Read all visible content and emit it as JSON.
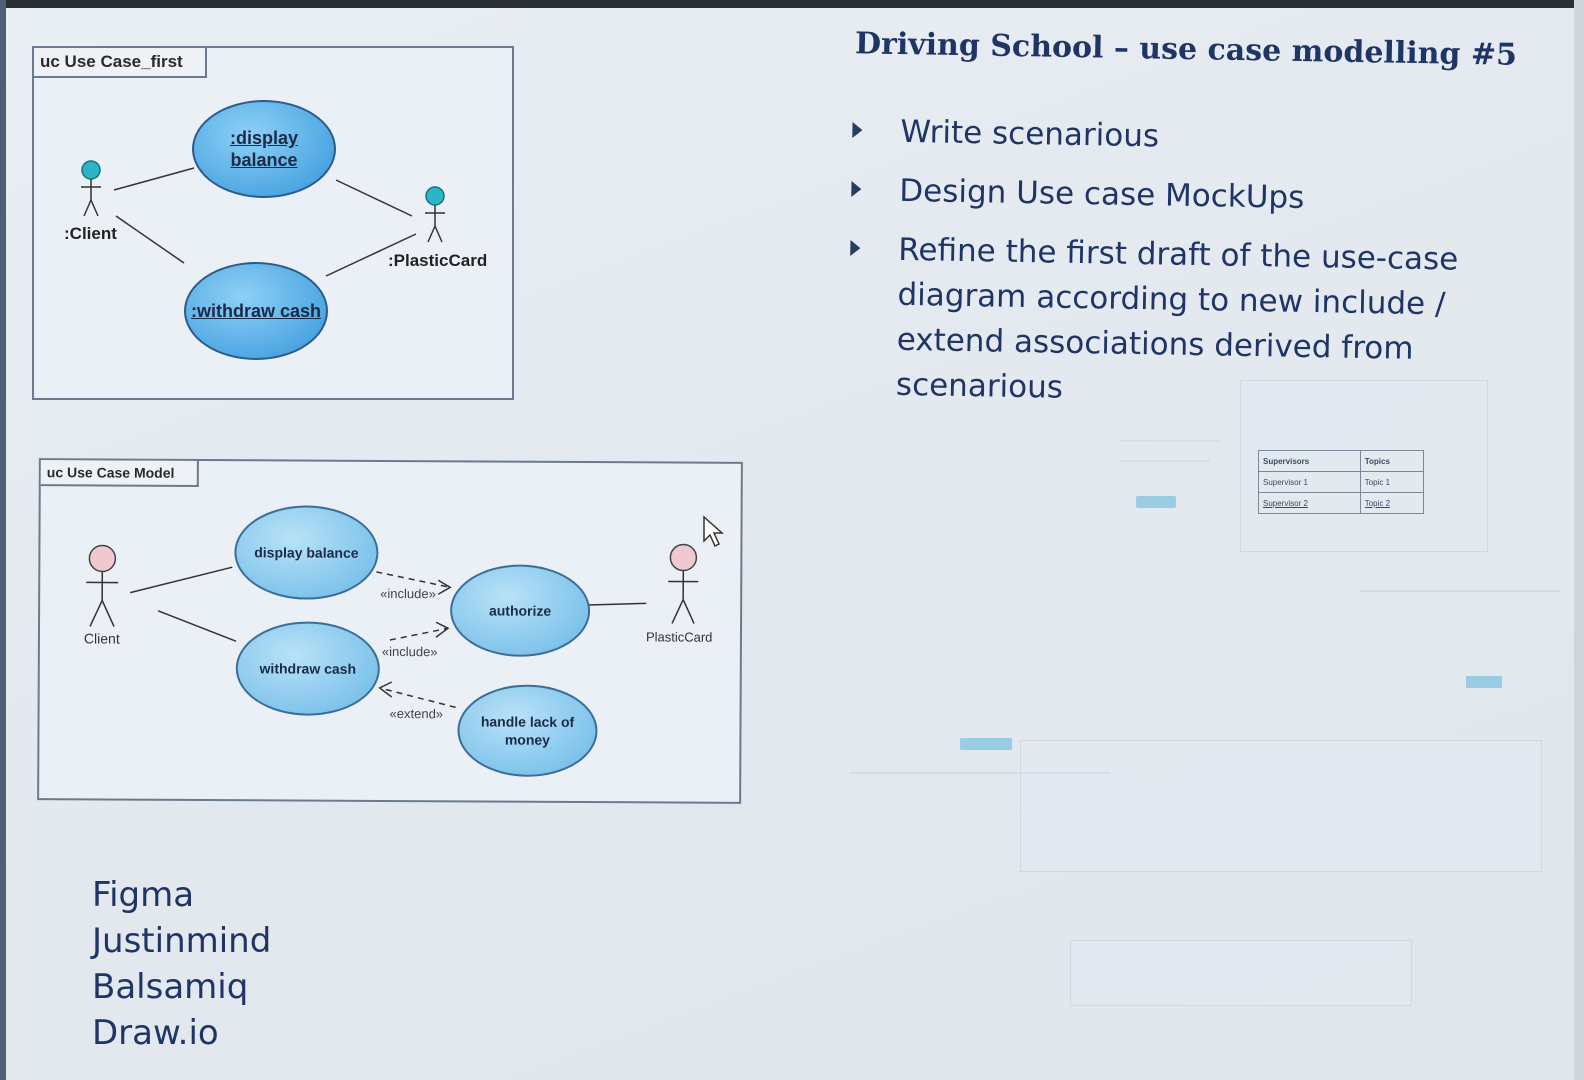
{
  "slide": {
    "title": "Driving School – use case modelling #5",
    "bullets": [
      "Write scenarious",
      "Design Use case MockUps",
      "Refine the first draft of the use-case diagram according to new include / extend associations derived from scenarious"
    ],
    "tools": [
      "Figma",
      "Justinmind",
      "Balsamiq",
      "Draw.io"
    ]
  },
  "diagram_first": {
    "frame_label": "uc Use Case_first",
    "actors": [
      ":Client",
      ":PlasticCard"
    ],
    "use_cases": [
      ":display balance",
      ":withdraw cash"
    ]
  },
  "diagram_model": {
    "frame_label": "uc Use Case Model",
    "actors": [
      "Client",
      "PlasticCard"
    ],
    "use_cases": [
      "display balance",
      "withdraw cash",
      "authorize",
      "handle lack of money"
    ],
    "relations": [
      "«include»",
      "«include»",
      "«extend»"
    ]
  },
  "mockup": {
    "table": {
      "headers": [
        "Supervisors",
        "Topics"
      ],
      "rows": [
        [
          "Supervisor 1",
          "Topic 1"
        ],
        [
          "Supervisor 2",
          "Topic 2"
        ]
      ]
    }
  },
  "colors": {
    "title": "#1f3566",
    "usecase_fill": "#4fa8e3",
    "actor_head": "#2bb6c8"
  }
}
